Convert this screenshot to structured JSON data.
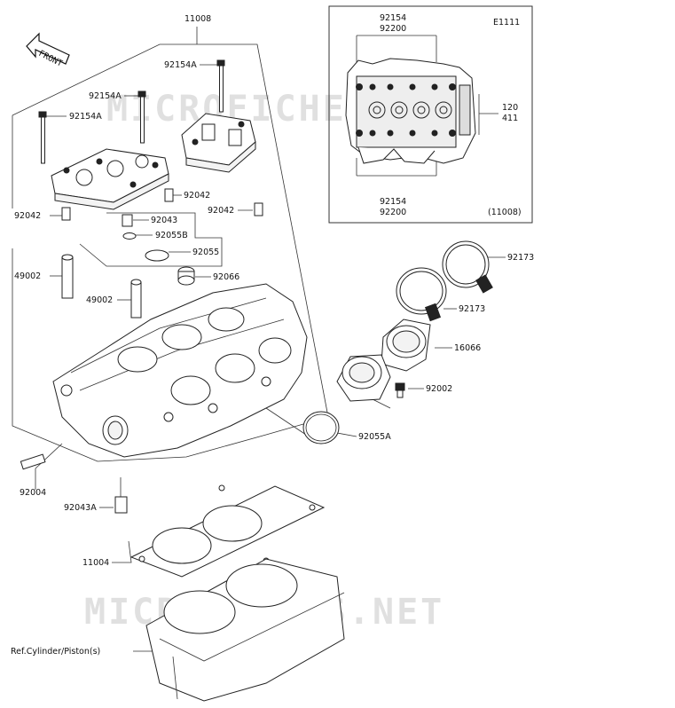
{
  "diagram": {
    "figure_code": "E1111",
    "watermark": "MICROFICHES.NET",
    "front_label": "FRONT",
    "inset": {
      "top_label_1": "92154",
      "top_label_2": "92200",
      "bottom_label_1": "92154",
      "bottom_label_2": "92200",
      "right_label_1": "120",
      "right_label_2": "411",
      "ref": "(11008)"
    },
    "labels": {
      "l11008": "11008",
      "l92154A_1": "92154A",
      "l92154A_2": "92154A",
      "l92154A_3": "92154A",
      "l92042_1": "92042",
      "l92042_2": "92042",
      "l92042_3": "92042",
      "l92043": "92043",
      "l92055B": "92055B",
      "l92055": "92055",
      "l92066": "92066",
      "l49002_1": "49002",
      "l49002_2": "49002",
      "l92173_1": "92173",
      "l92173_2": "92173",
      "l16066": "16066",
      "l92002": "92002",
      "l92055A": "92055A",
      "l92004": "92004",
      "l92043A": "92043A",
      "l11004": "11004",
      "ref_cylinder": "Ref.Cylinder/Piston(s)"
    }
  }
}
